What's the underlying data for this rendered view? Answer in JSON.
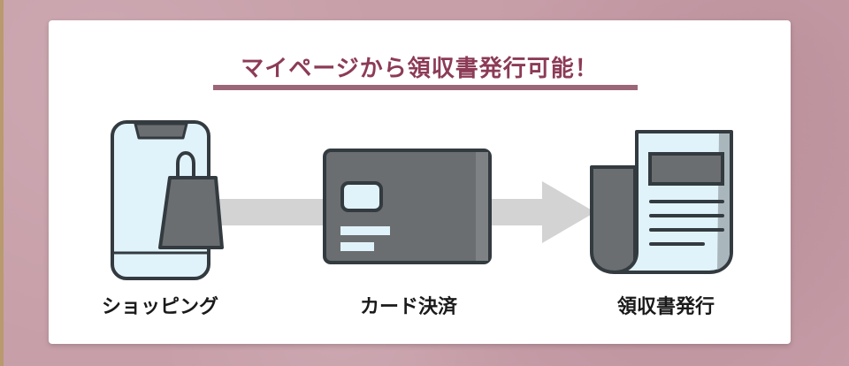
{
  "headline": "マイページから領収書発行可能！",
  "steps": [
    {
      "label": "ショッピング",
      "icon": "smartphone-shopping-bag-icon"
    },
    {
      "label": "カード決済",
      "icon": "credit-card-icon"
    },
    {
      "label": "領収書発行",
      "icon": "receipt-document-icon"
    }
  ],
  "colors": {
    "headline": "#8c3b57",
    "underline": "#9b6678",
    "background": "#c79fa9",
    "arrow": "#d3d3d3",
    "icon_dark": "#6b6e70",
    "icon_light": "#e1f3fa"
  }
}
